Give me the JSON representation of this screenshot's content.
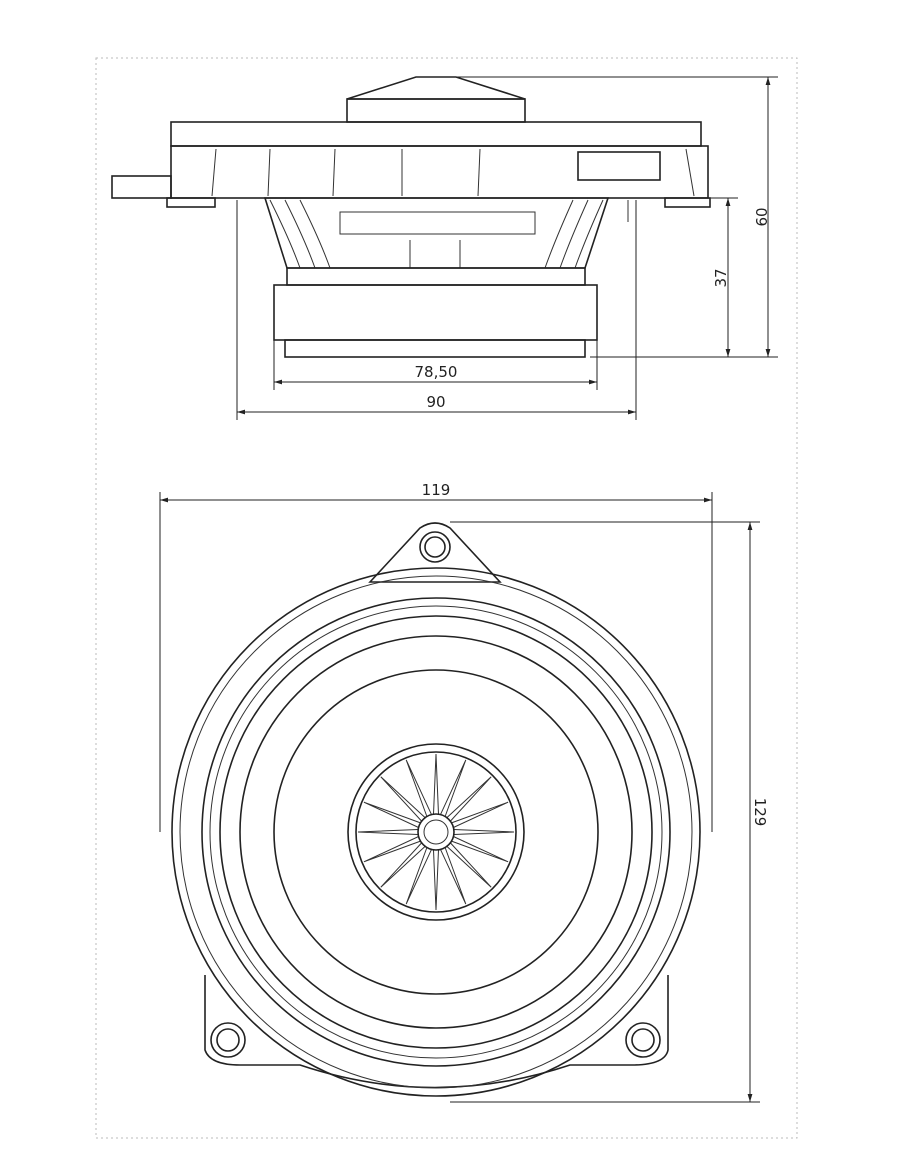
{
  "drawing": {
    "side_view": {
      "dim_overall_height": "60",
      "dim_mount_depth": "37",
      "dim_magnet_diameter": "78,50",
      "dim_cutout_diameter": "90"
    },
    "front_view": {
      "dim_width": "119",
      "dim_height": "129",
      "cone_spoke_count": 16
    },
    "colors": {
      "line": "#222222",
      "border": "#bbbbbb"
    }
  }
}
